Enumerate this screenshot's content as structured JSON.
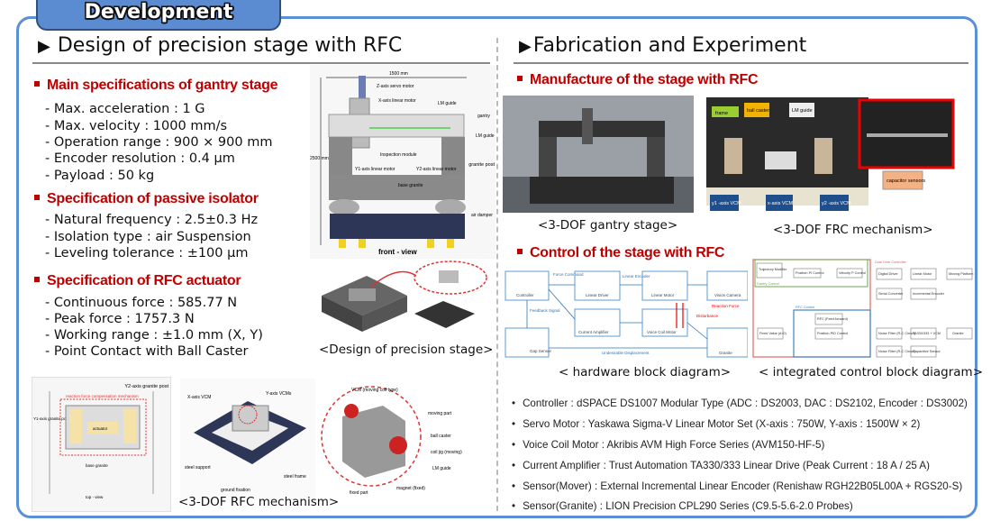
{
  "tab_title": "Development",
  "left": {
    "heading": "Design of precision stage with RFC",
    "sections": [
      {
        "title": "Main specifications of gantry stage",
        "items": [
          "- Max. acceleration : 1 G",
          "- Max. velocity : 1000 mm/s",
          "- Operation range : 900 × 900 mm",
          "- Encoder resolution : 0.4 µm",
          "- Payload : 50 kg"
        ]
      },
      {
        "title": "Specification of passive isolator",
        "items": [
          "- Natural frequency : 2.5±0.3 Hz",
          "- Isolation type : air Suspension",
          "- Leveling tolerance : ±100 µm"
        ]
      },
      {
        "title": "Specification of RFC actuator",
        "items": [
          "- Continuous force : 585.77 N",
          "- Peak force : 1757.3 N",
          "- Working range : ±1.0 mm (X, Y)",
          "- Point Contact with Ball Caster"
        ]
      }
    ],
    "front_view": {
      "width_dim": "1500 mm",
      "height_dim": "2500 mm",
      "labels": {
        "z_servo": "Z-axis servo motor",
        "x_linear": "X-axis linear motor",
        "lm_guide": "LM guide",
        "gantry": "gantry",
        "lm_guide2": "LM guide",
        "inspection": "Inspection module",
        "y1": "Y1-axis linear motor",
        "y2": "Y2-axis linear motor",
        "granite_post": "granite post",
        "base": "base granite",
        "air_damper": "air damper"
      },
      "title": "front - view"
    },
    "stage_caption": "<Design of precision stage>",
    "top_view": {
      "title": "top - view",
      "mech": "reaction force compensation mechanism",
      "y1": "Y1-axis granite post",
      "y2": "Y2-axis granite post",
      "base": "base granite",
      "actuator": "actuator"
    },
    "rfc_3d": {
      "x_vcm": "X-axis VCM",
      "y_vcm": "Y-axis VCMs",
      "steel_support": "steel support",
      "ground": "ground fixation",
      "steel_frame": "steel frame"
    },
    "vcm_detail": {
      "title": "VCM (moving coil type)",
      "moving": "moving part",
      "ball": "ball caster",
      "coil": "coil jig (moving)",
      "lm": "LM guide",
      "magnet": "magnet (fixed)",
      "fixed": "fixed part"
    },
    "rfc_caption": "<3-DOF RFC mechanism>"
  },
  "right": {
    "heading": "Fabrication and Experiment",
    "manufacture_title": "Manufacture of the stage with RFC",
    "gantry_caption": "<3-DOF gantry stage>",
    "frc_photo": {
      "frame": "frame",
      "ball": "ball caster",
      "lm": "LM guide",
      "y1": "y1 -axis VCM",
      "x": "x-axis VCM",
      "y2": "y2 -axis VCM",
      "cap": "capacitor sensors"
    },
    "frc_caption": "<3-DOF FRC mechanism>",
    "control_title": "Control of the stage with RFC",
    "hw": {
      "controller": "Controller",
      "force_cmd": "Force Command",
      "linear_driver": "Linear Driver",
      "linear_encoder": "Linear Encoder",
      "linear_motor": "Linear Motor",
      "vision": "Vision Camera",
      "feedback": "Feedback Signal",
      "current_amp": "Current Amplifier",
      "vcm": "Voice Coil Motor",
      "disturbance": "Disturbance",
      "reaction": "Reaction Force",
      "gap": "Gap Sensor",
      "undesirable": "Undesirable Displacement",
      "granite": "Granite"
    },
    "hw_caption": "< hardware block diagram>",
    "ctrl": {
      "dual": "Dual Gear Controller",
      "traj": "Trajectory Modifier",
      "pos_pi": "Position PI Control",
      "vel_p": "Velocity P Control",
      "digital": "Digital Driver",
      "linear": "Linear Motor",
      "moving": "Moving Platform",
      "gantry": "Gantry Control",
      "serial": "Serial Converter",
      "incr": "Incremental Encoder",
      "rfc_ctrl": "RFC Control",
      "rfc_ff": "RFC (Feed-forward)",
      "fixed": "Fixed Value (d=0)",
      "pos_pid": "Position PID Control",
      "noise1": "Noise Filter (R-C Circuit)",
      "ta": "TA330/333 + VCM",
      "granite": "Granite",
      "noise2": "Noise Filter (R-C Circuit)",
      "cap": "Capacitive Sensor"
    },
    "ctrl_caption": "< integrated control block diagram>",
    "bullets": [
      "Controller : dSPACE DS1007 Modular Type (ADC : DS2003, DAC : DS2102, Encoder : DS3002)",
      "Servo Motor : Yaskawa Sigma-V Linear Motor Set (X-axis : 750W, Y-axis : 1500W × 2)",
      "Voice Coil Motor : Akribis AVM High Force Series (AVM150-HF-5)",
      "Current Amplifier : Trust Automation TA330/333 Linear Drive (Peak Current : 18 A / 25 A)",
      "Sensor(Mover) : External Incremental Linear Encoder (Renishaw RGH22B05L00A + RGS20-S)",
      "Sensor(Granite) : LION Precision CPL290 Series (C9.5-5.6-2.0 Probes)"
    ]
  },
  "colors": {
    "frame": "#5b8fd6",
    "heading_red": "#c00000",
    "tab_fill": "#5b8bd0"
  }
}
